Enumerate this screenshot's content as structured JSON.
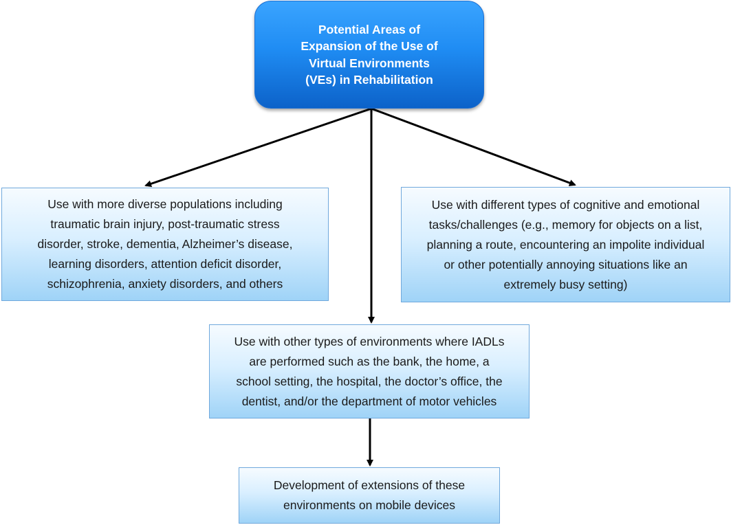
{
  "root": {
    "label": "Potential Areas of\nExpansion of the Use of\nVirtual Environments\n(VEs) in Rehabilitation"
  },
  "branches": {
    "populations": "Use with more diverse populations including\ntraumatic brain injury, post-traumatic stress\ndisorder, stroke,  dementia, Alzheimer’s disease,\nlearning disorders, attention deficit disorder,\nschizophrenia, anxiety disorders, and others",
    "tasks": "Use with different types of cognitive and emotional\ntasks/challenges (e.g., memory for objects on a list,\nplanning a route, encountering an impolite individual\nor other potentially annoying situations like an\nextremely busy setting)",
    "environments": "Use with other types of environments where IADLs\nare performed such as the bank, the home, a\nschool setting, the hospital, the doctor’s office, the\ndentist, and/or the department of motor vehicles",
    "mobile": "Development of extensions of these\nenvironments on mobile devices"
  },
  "colors": {
    "root_fill": "#1f8cf3",
    "root_text": "#ffffff",
    "box_fill": "#d9efff",
    "box_border": "#6fa8dc",
    "arrow": "#000000"
  }
}
